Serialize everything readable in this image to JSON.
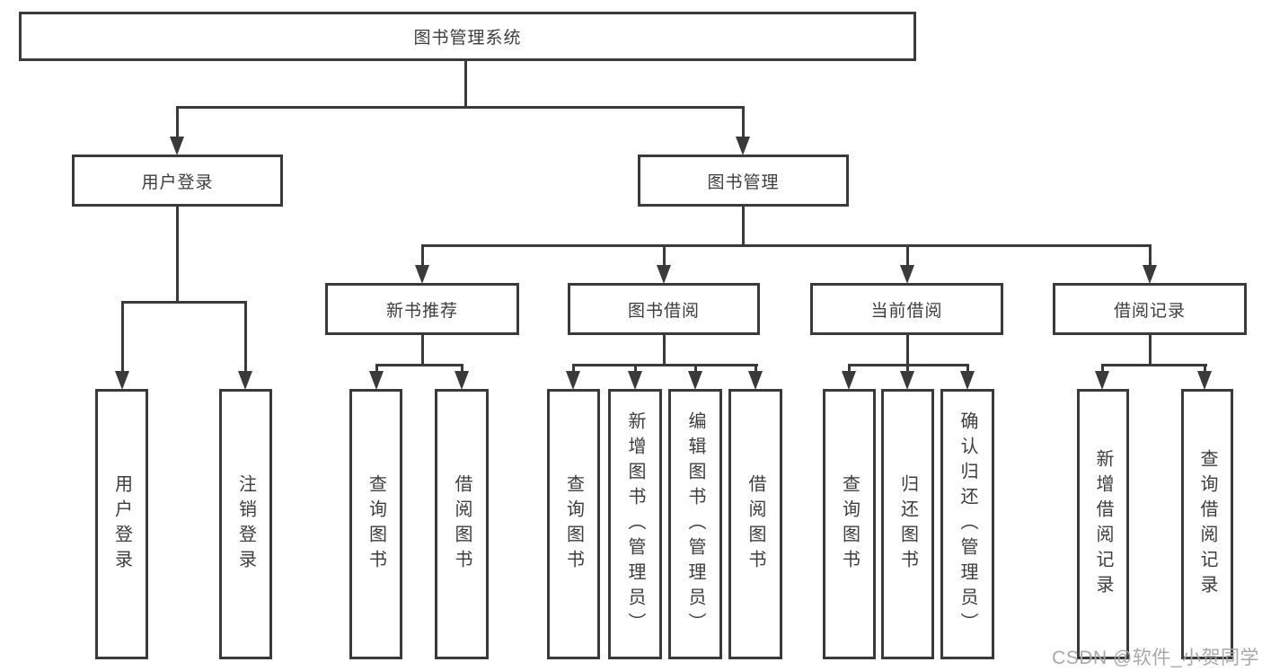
{
  "diagram": {
    "root": {
      "label": "图书管理系统"
    },
    "level2": [
      {
        "label": "用户登录"
      },
      {
        "label": "图书管理"
      }
    ],
    "level3": [
      {
        "label": "新书推荐"
      },
      {
        "label": "图书借阅"
      },
      {
        "label": "当前借阅"
      },
      {
        "label": "借阅记录"
      }
    ],
    "leaves": [
      {
        "label": "用户登录"
      },
      {
        "label": "注销登录"
      },
      {
        "label": "查询图书"
      },
      {
        "label": "借阅图书"
      },
      {
        "label": "查询图书"
      },
      {
        "label": "新增图书（管理员）"
      },
      {
        "label": "编辑图书（管理员）"
      },
      {
        "label": "借阅图书"
      },
      {
        "label": "查询图书"
      },
      {
        "label": "归还图书"
      },
      {
        "label": "确认归还（管理员）"
      },
      {
        "label": "新增借阅记录"
      },
      {
        "label": "查询借阅记录"
      }
    ],
    "watermark": "CSDN @软件_小贺同学",
    "colors": {
      "line": "#3a3a3a",
      "text": "#3d3d3d",
      "background": "#ffffff",
      "watermark": "#a8a8a8"
    }
  }
}
